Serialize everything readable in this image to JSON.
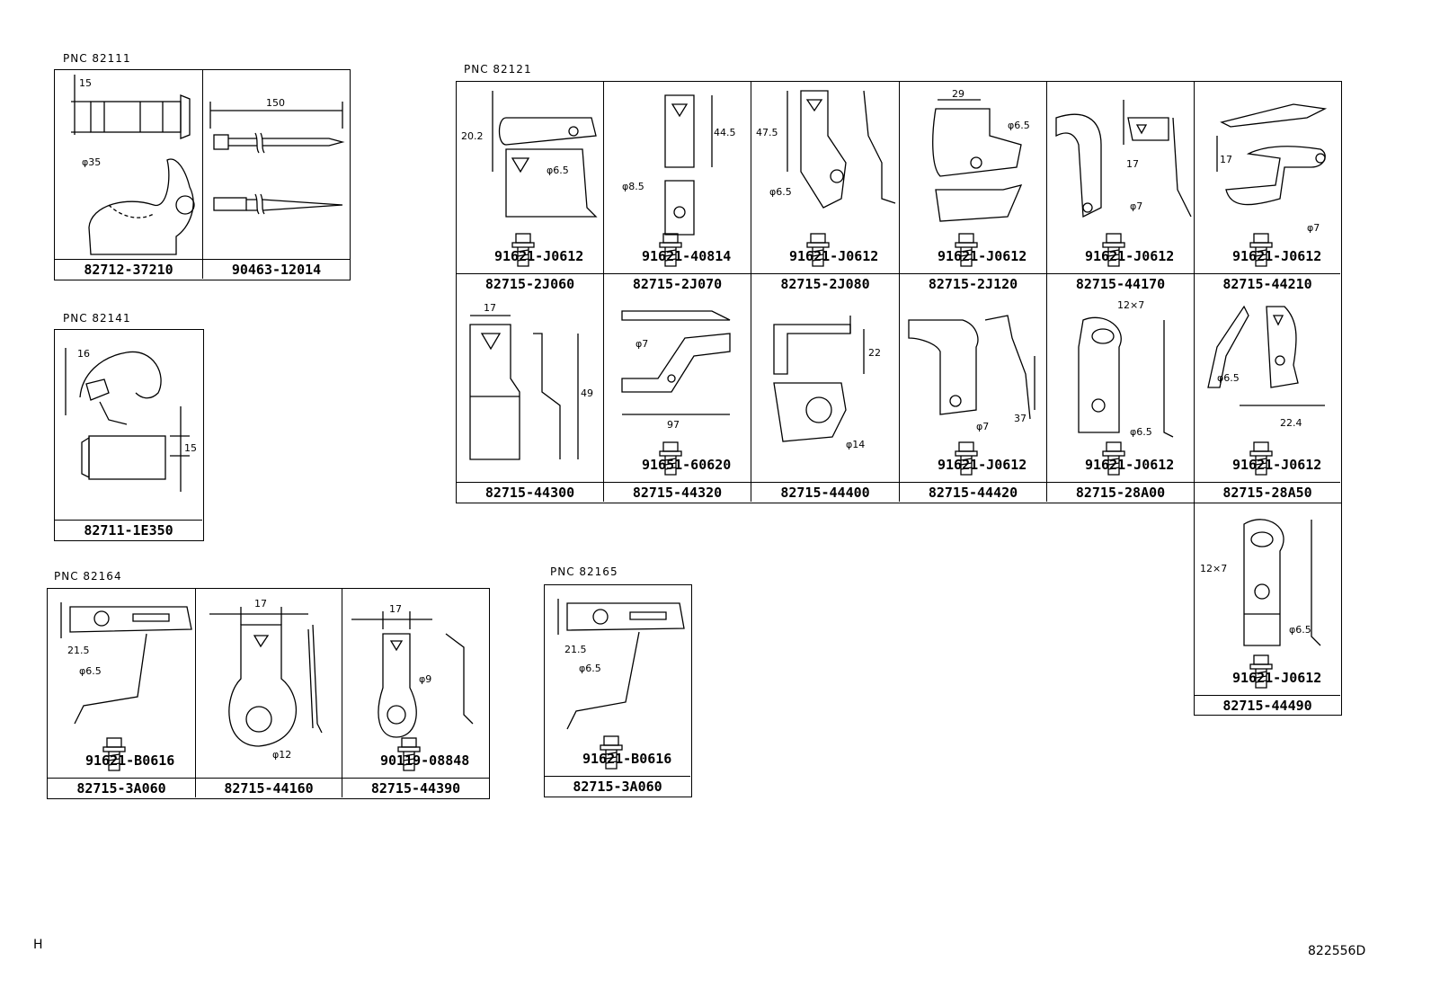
{
  "page": {
    "letter": "H",
    "code": "822556D"
  },
  "groups": [
    {
      "pnc": "PNC  82111",
      "parts": [
        "82712-37210",
        "90463-12014"
      ],
      "dims": [
        "15",
        "φ35",
        "150"
      ]
    },
    {
      "pnc": "PNC  82141",
      "parts": [
        "82711-1E350"
      ],
      "dims": [
        "16",
        "15"
      ]
    },
    {
      "pnc": "PNC  82164",
      "parts": [
        "82715-3A060",
        "82715-44160",
        "82715-44390"
      ],
      "bolts": [
        "91621-B0616",
        "",
        "90119-08848"
      ],
      "dims": [
        "21.5",
        "φ6.5",
        "17",
        "φ12",
        "17",
        "φ9"
      ]
    },
    {
      "pnc": "PNC 82165",
      "parts": [
        "82715-3A060"
      ],
      "bolts": [
        "91621-B0616"
      ],
      "dims": [
        "21.5",
        "φ6.5"
      ]
    },
    {
      "pnc": "PNC  82121",
      "row1": {
        "parts": [
          "82715-2J060",
          "82715-2J070",
          "82715-2J080",
          "82715-2J120",
          "82715-44170",
          "82715-44210"
        ],
        "bolts": [
          "91621-J0612",
          "91621-40814",
          "91621-J0612",
          "91621-J0612",
          "91621-J0612",
          "91621-J0612"
        ],
        "dims": [
          [
            "20.2",
            "φ6.5"
          ],
          [
            "44.5",
            "φ8.5"
          ],
          [
            "47.5",
            "φ6.5"
          ],
          [
            "29",
            "φ6.5"
          ],
          [
            "17",
            "φ7"
          ],
          [
            "17",
            "φ7"
          ]
        ]
      },
      "row2": {
        "parts": [
          "82715-44300",
          "82715-44320",
          "82715-44400",
          "82715-44420",
          "82715-28A00",
          "82715-28A50"
        ],
        "bolts": [
          "",
          "91651-60620",
          "",
          "91621-J0612",
          "91621-J0612",
          "91621-J0612"
        ],
        "dims": [
          [
            "17",
            "49"
          ],
          [
            "φ7",
            "97"
          ],
          [
            "22",
            "φ14"
          ],
          [
            "φ7",
            "37"
          ],
          [
            "12×7",
            "φ6.5"
          ],
          [
            "φ6.5",
            "22.4"
          ]
        ]
      },
      "row3": {
        "parts": [
          "82715-44490"
        ],
        "bolts": [
          "91621-J0612"
        ],
        "dims": [
          [
            "12×7",
            "φ6.5"
          ]
        ]
      }
    }
  ]
}
